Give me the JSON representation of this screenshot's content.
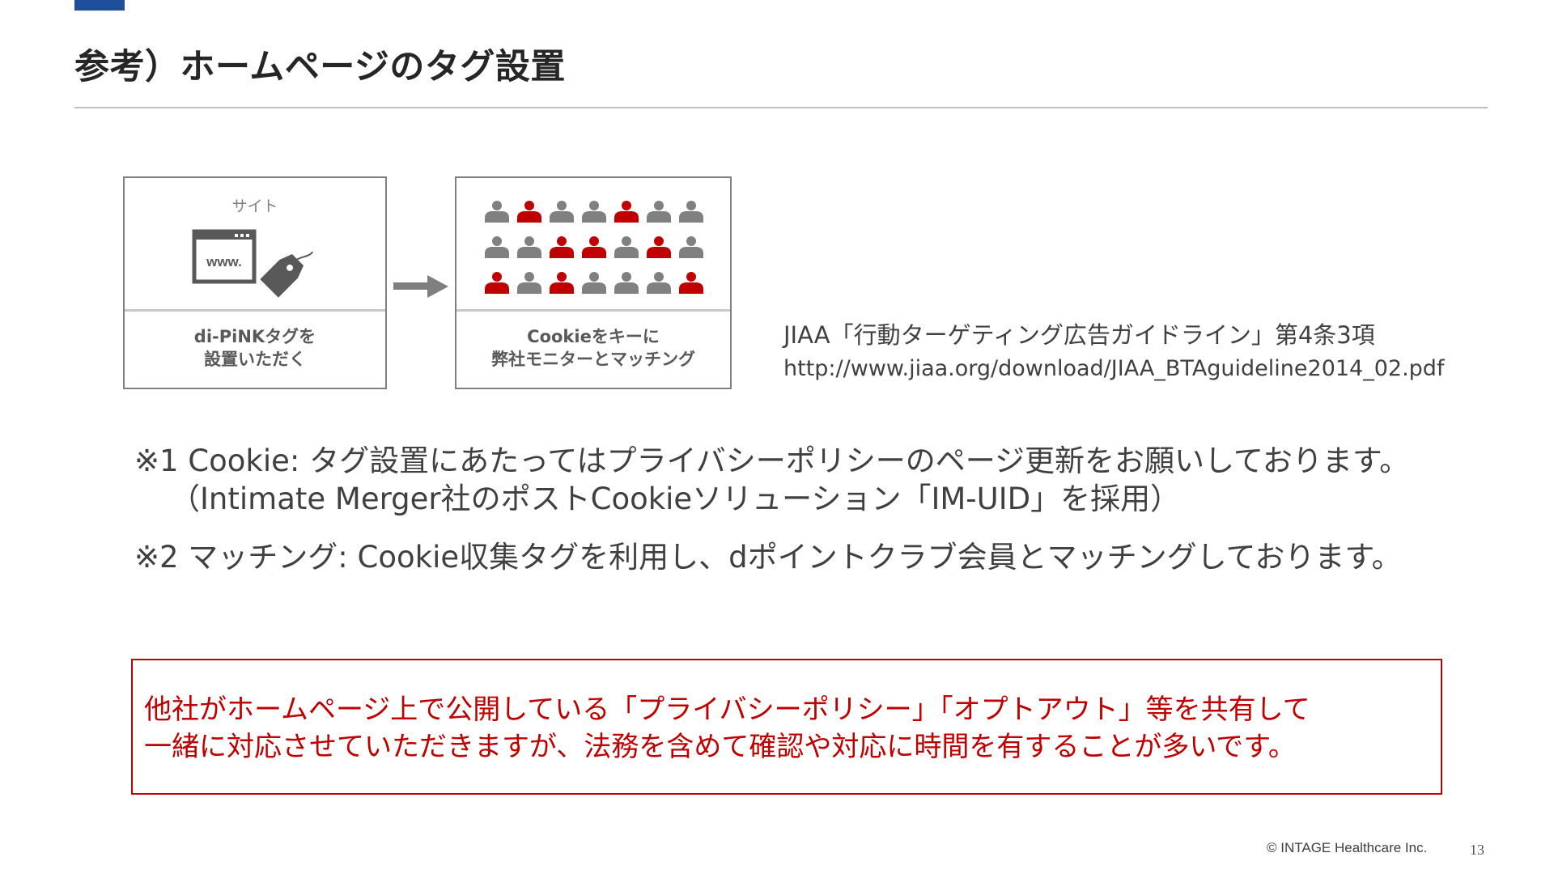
{
  "slide": {
    "title": "参考）ホームページのタグ設置",
    "accent_color": "#1f4e9a"
  },
  "diagram": {
    "site_panel": {
      "label": "サイト",
      "browser_text": "www.",
      "caption_line1": "di-PiNKタグを",
      "caption_line2": "設置いただく"
    },
    "arrow_icon": "right-arrow-icon",
    "people_panel": {
      "caption_line1": "Cookieをキーに",
      "caption_line2": "弊社モニターとマッチング",
      "highlight_pattern": [
        [
          0,
          1,
          0,
          0,
          1,
          0,
          0
        ],
        [
          0,
          0,
          1,
          1,
          0,
          1,
          0
        ],
        [
          1,
          0,
          1,
          0,
          0,
          0,
          1
        ]
      ],
      "colors": {
        "person": "#808080",
        "matched": "#c00000"
      }
    }
  },
  "reference": {
    "title": "JIAA「行動ターゲティング広告ガイドライン」第4条3項",
    "url": "http://www.jiaa.org/download/JIAA_BTAguideline2014_02.pdf"
  },
  "notes": {
    "note1_line1": "※1 Cookie: タグ設置にあたってはプライバシーポリシーのページ更新をお願いしております。",
    "note1_line2": "（Intimate Merger社のポストCookieソリューション「IM-UID」を採用）",
    "note2": "※2 マッチング: Cookie収集タグを利用し、dポイントクラブ会員とマッチングしております。"
  },
  "alert": {
    "line1": "他社がホームページ上で公開している「プライバシーポリシー」「オプトアウト」等を共有して",
    "line2": "一緒に対応させていただきますが、法務を含めて確認や対応に時間を有することが多いです。",
    "color": "#c00000"
  },
  "footer": {
    "copyright": "© INTAGE Healthcare Inc.",
    "page_number": "13"
  }
}
